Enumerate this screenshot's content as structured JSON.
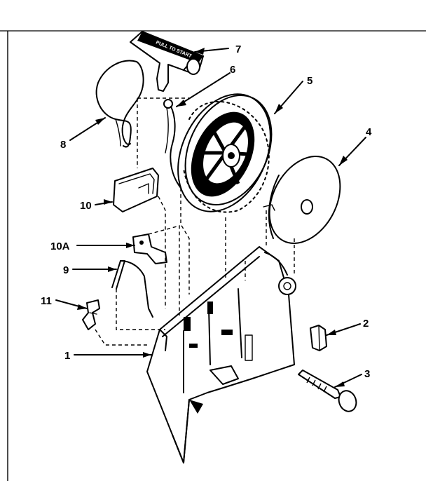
{
  "diagram": {
    "type": "exploded-parts-view",
    "callouts": [
      {
        "key": "c1",
        "label": "1"
      },
      {
        "key": "c2",
        "label": "2"
      },
      {
        "key": "c3",
        "label": "3"
      },
      {
        "key": "c4",
        "label": "4"
      },
      {
        "key": "c5",
        "label": "5"
      },
      {
        "key": "c6",
        "label": "6"
      },
      {
        "key": "c7",
        "label": "7"
      },
      {
        "key": "c8",
        "label": "8"
      },
      {
        "key": "c9",
        "label": "9"
      },
      {
        "key": "c10",
        "label": "10"
      },
      {
        "key": "c10a",
        "label": "10A"
      },
      {
        "key": "c11",
        "label": "11"
      }
    ],
    "handle_text": "PULL TO START",
    "colors": {
      "ink": "#000000",
      "paper": "#ffffff"
    }
  }
}
